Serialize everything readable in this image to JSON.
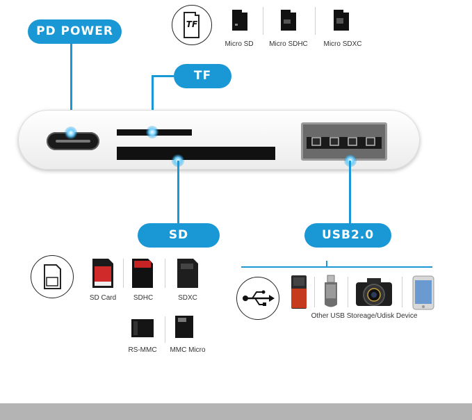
{
  "callouts": {
    "pd_power": "PD POWER",
    "tf": "TF",
    "sd": "SD",
    "usb": "USB2.0"
  },
  "tf_section": {
    "badge": "TF",
    "cards": [
      "Micro SD",
      "Micro SDHC",
      "Micro SDXC"
    ]
  },
  "sd_section": {
    "cards_row1": [
      "SD Card",
      "SDHC",
      "SDXC"
    ],
    "cards_row2": [
      "RS-MMC",
      "MMC Micro"
    ]
  },
  "usb_section": {
    "caption": "Other USB Storeage/Udisk Device",
    "devices": [
      "hard-drive",
      "usb-flash-drive",
      "dslr-camera",
      "smartphone"
    ]
  },
  "colors": {
    "accent": "#1a98d5",
    "adapter_body": "#f2f2f2",
    "bottom_bar": "#b4b4b4"
  }
}
